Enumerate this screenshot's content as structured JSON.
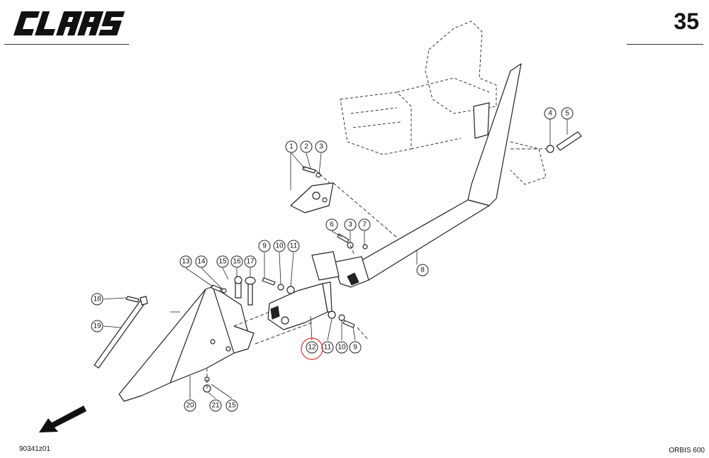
{
  "header": {
    "brand": "CLAAS",
    "page_number": "35"
  },
  "footer": {
    "drawing_code": "90341z01",
    "machine_model": "ORBIS 600"
  },
  "callouts": [
    "1",
    "2",
    "3",
    "3",
    "4",
    "5",
    "6",
    "7",
    "8",
    "9",
    "9",
    "10",
    "10",
    "11",
    "11",
    "12",
    "13",
    "14",
    "15",
    "15",
    "16",
    "17",
    "18",
    "19",
    "20",
    "21"
  ],
  "highlight_color": "#e03030"
}
